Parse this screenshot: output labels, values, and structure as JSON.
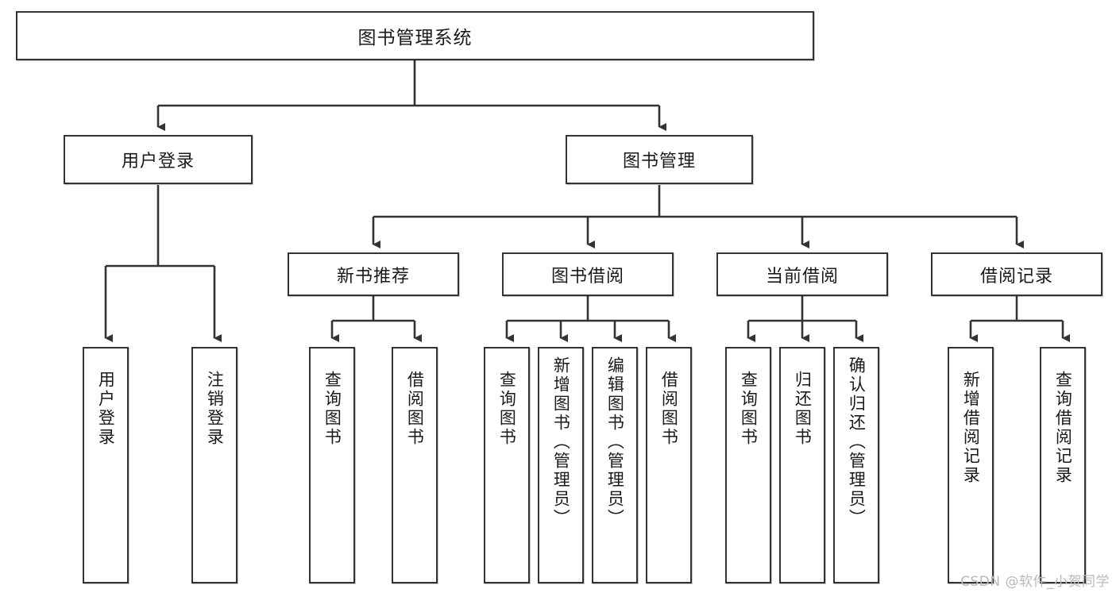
{
  "diagram": {
    "type": "tree-hierarchy",
    "title": "图书管理系统",
    "watermark": "CSDN @软件_小贺同学",
    "colors": {
      "box_border": "#333333",
      "box_fill": "#ffffff",
      "connector": "#333333",
      "text": "#1a1a1a",
      "watermark": "#b9b9b9"
    },
    "levels": {
      "root": {
        "label": "图书管理系统"
      },
      "level2": [
        {
          "label": "用户登录"
        },
        {
          "label": "图书管理"
        }
      ],
      "level3": [
        {
          "label": "新书推荐"
        },
        {
          "label": "图书借阅"
        },
        {
          "label": "当前借阅"
        },
        {
          "label": "借阅记录"
        }
      ],
      "leaves": {
        "user_login": [
          {
            "label": "用户登录"
          },
          {
            "label": "注销登录"
          }
        ],
        "new_book_recommend": [
          {
            "label": "查询图书"
          },
          {
            "label": "借阅图书"
          }
        ],
        "book_borrow": [
          {
            "label": "查询图书"
          },
          {
            "label": "新增图书（管理员）"
          },
          {
            "label": "编辑图书（管理员）"
          },
          {
            "label": "借阅图书"
          }
        ],
        "current_borrow": [
          {
            "label": "查询图书"
          },
          {
            "label": "归还图书"
          },
          {
            "label": "确认归还（管理员）"
          }
        ],
        "borrow_record": [
          {
            "label": "新增借阅记录"
          },
          {
            "label": "查询借阅记录"
          }
        ]
      }
    }
  }
}
